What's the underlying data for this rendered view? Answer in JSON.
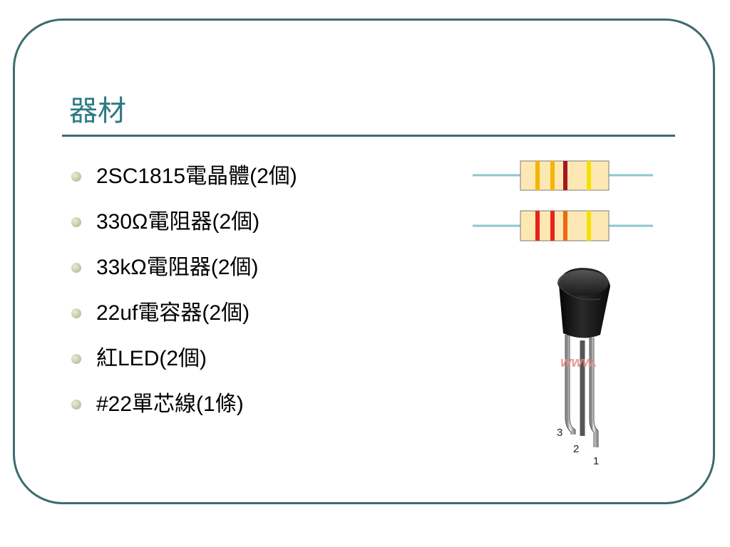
{
  "slide": {
    "title": "器材",
    "items": [
      {
        "label": "2SC1815電晶體(2個)"
      },
      {
        "label": "330Ω電阻器(2個)"
      },
      {
        "label": "33kΩ電阻器(2個)"
      },
      {
        "label": "22uf電容器(2個)"
      },
      {
        "label": "紅LED(2個)"
      },
      {
        "label": "#22單芯線(1條)"
      }
    ]
  },
  "figures": {
    "resistor_330": {
      "body_color": "#fde8b4",
      "lead_color": "#8ec6cc",
      "bands": [
        "#f5b400",
        "#f5b400",
        "#a8151e",
        "#f6e000"
      ]
    },
    "resistor_33k": {
      "body_color": "#fde8b4",
      "lead_color": "#8ec6cc",
      "bands": [
        "#e8231a",
        "#e8231a",
        "#ec6a10",
        "#f6e000"
      ]
    },
    "transistor": {
      "watermark": "www.",
      "pin_labels": [
        "3",
        "2",
        "1"
      ]
    }
  },
  "colors": {
    "frame": "#3d6b6e",
    "title": "#2e7a86",
    "bullet": "#c3c9a5"
  }
}
